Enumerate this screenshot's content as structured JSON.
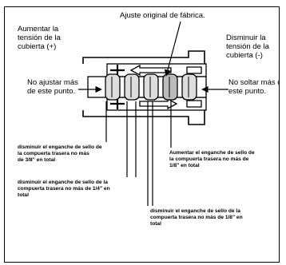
{
  "labels": {
    "factory": "Ajuste original de fábrica.",
    "increase_l1": "Aumentar la",
    "increase_l2": "tensión de la",
    "increase_l3": "cubierta (+)",
    "decrease_l1": "Disminuir la",
    "decrease_l2": "tensión de la",
    "decrease_l3": "cubierta (-)",
    "noadjust_l1": "No ajustar más",
    "noadjust_l2": "de este punto.",
    "noloosen_l1": "No soltar más de",
    "noloosen_l2": "este punto.",
    "dec38_l1": "disminuir el enganche de sello de",
    "dec38_l2": "la compuerta trasera no más",
    "dec38_l3": "de 3/8\" en total",
    "dec14_l1": "disminuir el enganche de sello de la",
    "dec14_l2": "compuerta trasera no más de 1/4\" en",
    "dec14_l3": "total",
    "dec18_l1": "disminuir el enganche de sello de la",
    "dec18_l2": "compuerta trasera no más de 1/8\" en",
    "dec18_l3": "total",
    "inc18_l1": "Aumentar el enganche de sello de",
    "inc18_l2": "la compuerta trasera no más de",
    "inc18_l3": "1/8\" en total"
  },
  "symbols": {
    "plus": "+",
    "minus": "−"
  }
}
